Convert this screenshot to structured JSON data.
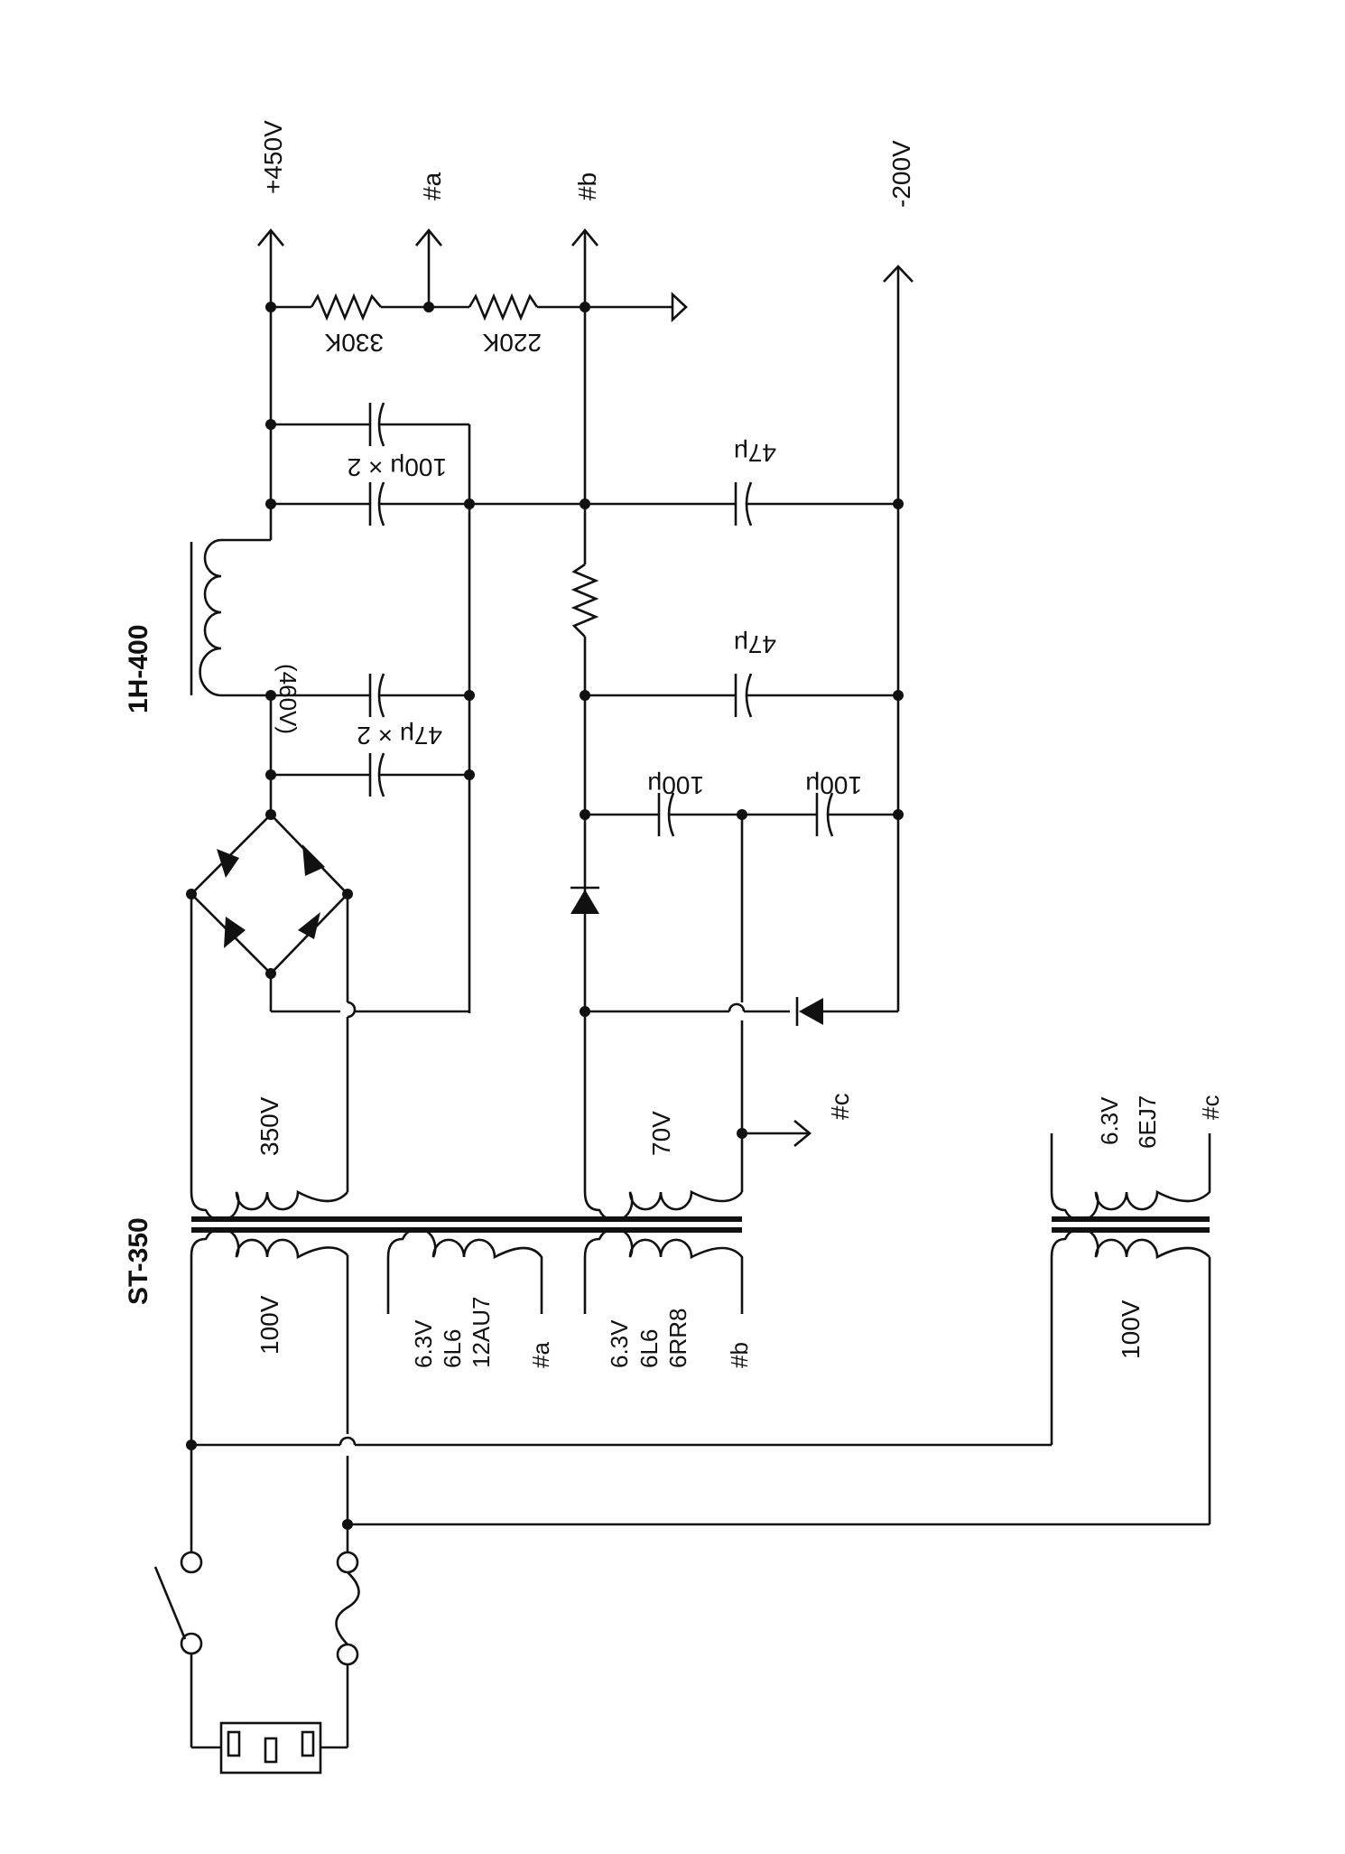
{
  "labels": {
    "rail_450": "+450V",
    "rail_a": "#a",
    "rail_b": "#b",
    "rail_neg200": "-200V",
    "choke": "1H-400",
    "choke_v": "(460V)",
    "transformer_main": "ST-350",
    "r_330": "330K",
    "r_220": "220K",
    "c_100x2": "100μ × 2",
    "c_47x2": "47μ × 2",
    "c_47a": "47μ",
    "c_47b": "47μ",
    "c_100a": "100μ",
    "c_100b": "100μ",
    "sec_350": "350V",
    "sec_70": "70V",
    "out_c": "#c",
    "pri_100": "100V",
    "heater_a_1": "6.3V",
    "heater_a_2": "6L6",
    "heater_a_3": "12AU7",
    "heater_a_4": "#a",
    "heater_b_1": "6.3V",
    "heater_b_2": "6L6",
    "heater_b_3": "6RR8",
    "heater_b_4": "#b",
    "small_sec_1": "6.3V",
    "small_sec_2": "6EJ7",
    "small_sec_3": "#c",
    "small_pri": "100V"
  }
}
